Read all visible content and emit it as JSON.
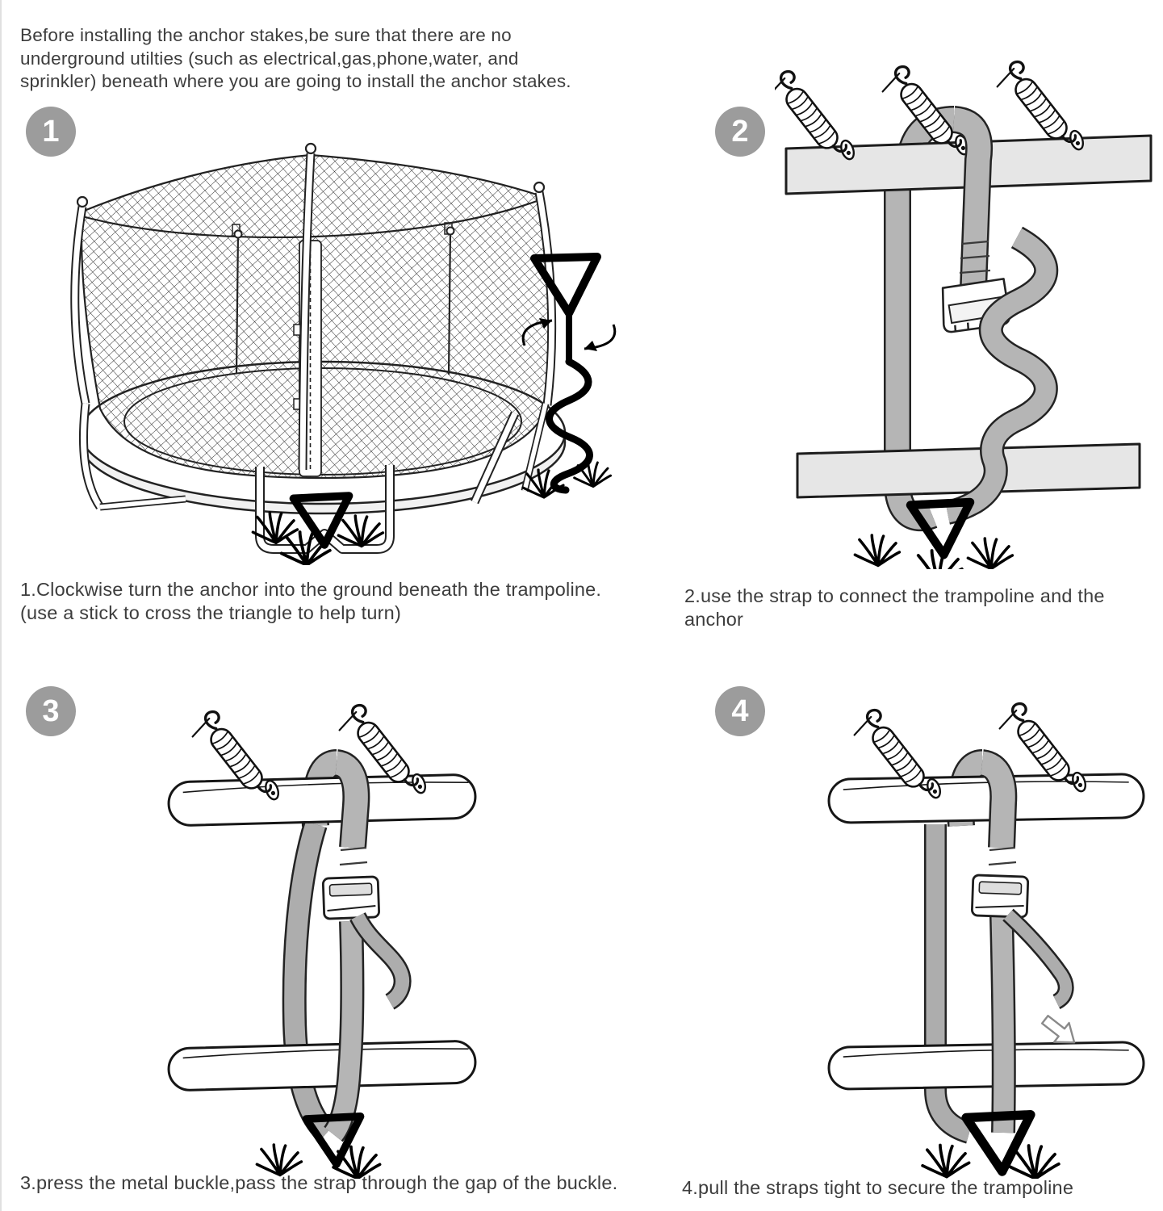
{
  "header": {
    "warning": "Before installing the anchor stakes,be sure that there are no\nunderground utilties (such as electrical,gas,phone,water, and\nsprinkler) beneath where you are going to install the anchor stakes."
  },
  "steps": [
    {
      "number": "1",
      "caption": "1.Clockwise turn the anchor into the ground beneath the trampoline.\n(use a stick to cross the triangle to help turn)",
      "illustration": "trampoline-with-safety-net-and-spiral-ground-anchor"
    },
    {
      "number": "2",
      "caption": "2.use the strap to connect the trampoline and the anchor",
      "illustration": "strap-over-frame-rail-connected-to-ground-anchor"
    },
    {
      "number": "3",
      "caption": "3.press the metal buckle,pass the strap through the gap of the buckle.",
      "illustration": "strap-threaded-through-metal-cam-buckle"
    },
    {
      "number": "4",
      "caption": "4.pull the straps tight to secure the trampoline",
      "illustration": "straps-pulled-tight-with-pull-arrow"
    }
  ],
  "colors": {
    "background": "#ffffff",
    "badge_background": "#9c9c9c",
    "badge_number": "#ffffff",
    "body_text": "#3d3d3d",
    "strap_gray": "#b5b5b5",
    "rail_gray": "#e6e6e6",
    "line_black": "#1a1a1a"
  }
}
